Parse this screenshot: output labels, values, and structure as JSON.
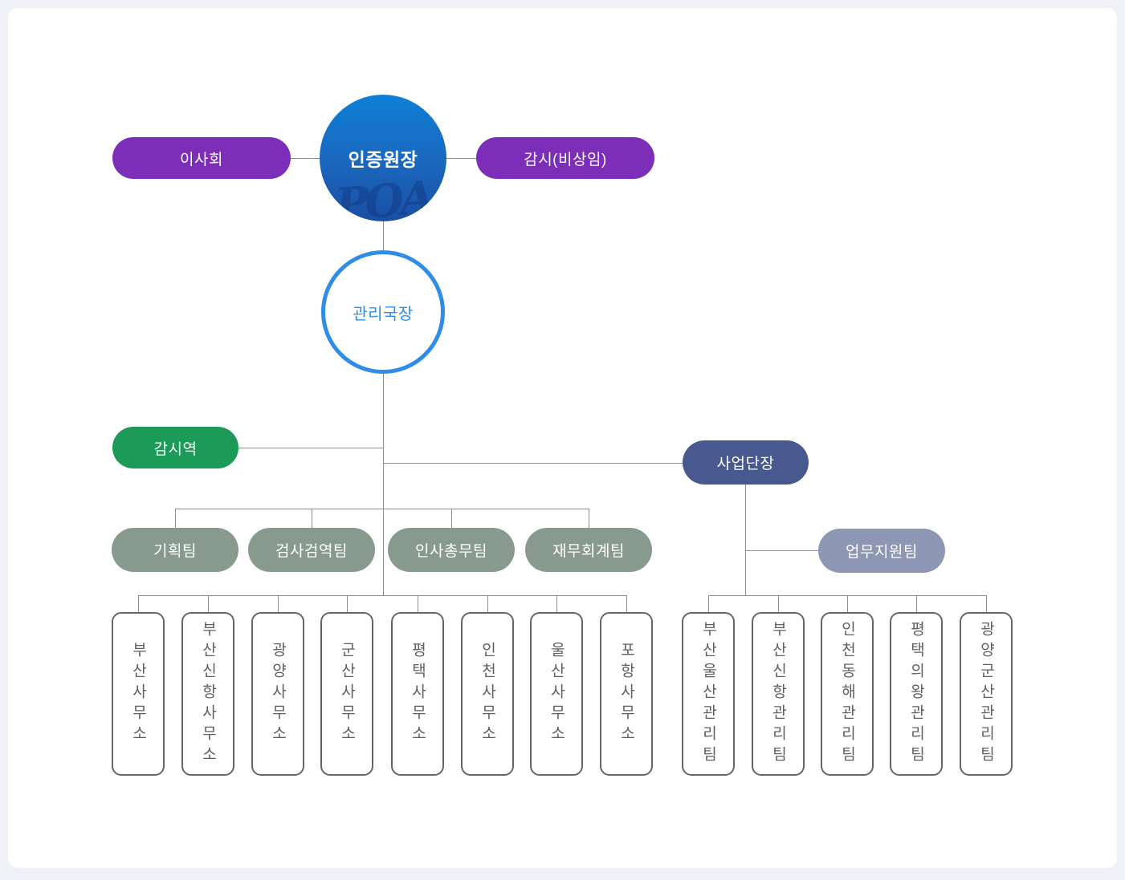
{
  "palette": {
    "page_background": "#f0f1f6",
    "card_background": "#ffffff",
    "purple_pill": "#7d2eb9",
    "president_gradient_top": "#0e80d6",
    "president_gradient_bottom": "#1a4fa4",
    "admin_circle_blue": "#2f8de8",
    "green_pill": "#1c9a58",
    "navy_pill": "#47598f",
    "sage_pill": "#879a8d",
    "steel_pill": "#8d96b2",
    "connector_line": "#8f8f8f",
    "box_border": "#666666",
    "box_text": "#5e5f61"
  },
  "top": {
    "board": {
      "label": "이사회"
    },
    "president": {
      "label": "인증원장",
      "watermark": "POA"
    },
    "auditor": {
      "label": "감시(비상임)"
    }
  },
  "mid": {
    "admin_director": {
      "label": "관리국장"
    },
    "supervisor": {
      "label": "감시역"
    },
    "business_director": {
      "label": "사업단장"
    },
    "support_team": {
      "label": "업무지원팀"
    }
  },
  "teams": [
    {
      "label": "기획팀"
    },
    {
      "label": "검사검역팀"
    },
    {
      "label": "인사총무팀"
    },
    {
      "label": "재무회계팀"
    }
  ],
  "offices": [
    {
      "label": "부산사무소"
    },
    {
      "label": "부산신항사무소"
    },
    {
      "label": "광양사무소"
    },
    {
      "label": "군산사무소"
    },
    {
      "label": "평택사무소"
    },
    {
      "label": "인천사무소"
    },
    {
      "label": "울산사무소"
    },
    {
      "label": "포항사무소"
    }
  ],
  "management_teams": [
    {
      "label": "부산울산관리팀"
    },
    {
      "label": "부산신항관리팀"
    },
    {
      "label": "인천동해관리팀"
    },
    {
      "label": "평택의왕관리팀"
    },
    {
      "label": "광양군산관리팀"
    }
  ]
}
